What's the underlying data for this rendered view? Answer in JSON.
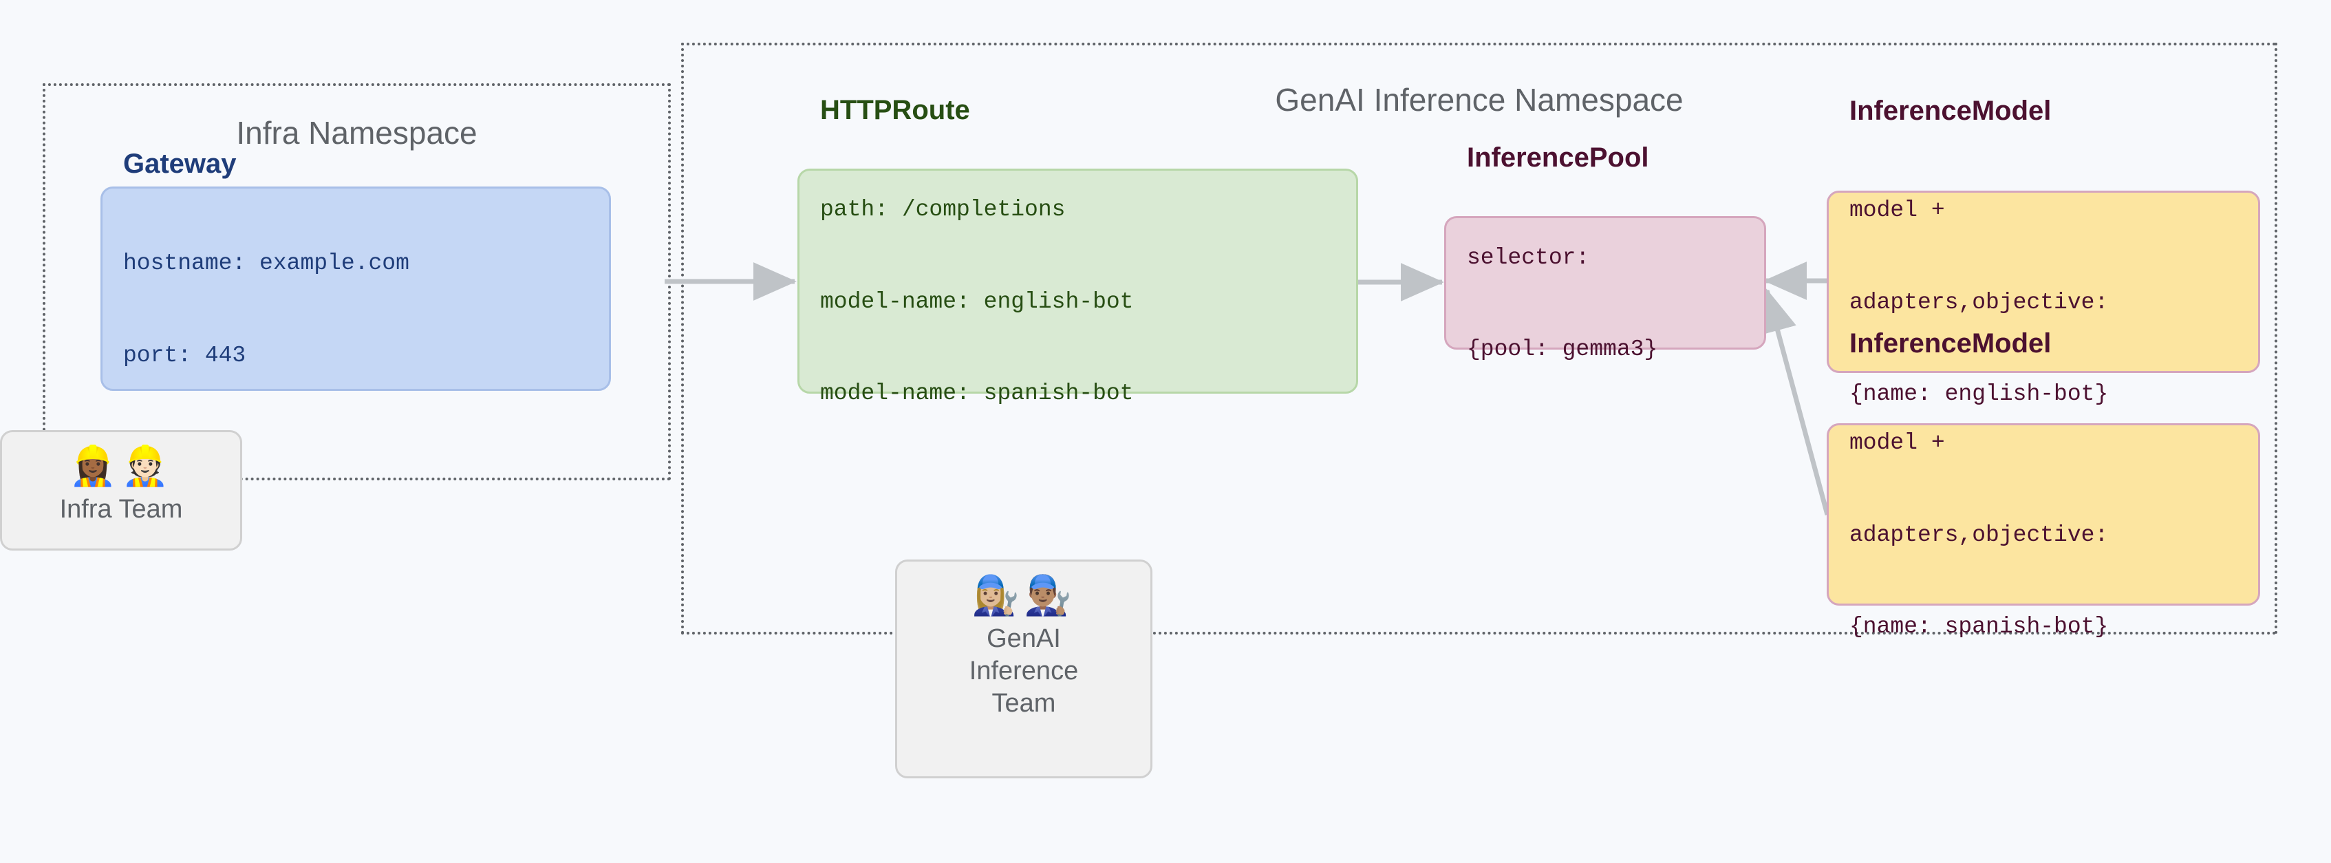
{
  "diagram": {
    "background_color": "#f7f9fc",
    "namespaces": [
      {
        "id": "infra",
        "title": "Infra Namespace",
        "border_color": "#5f6368"
      },
      {
        "id": "genai",
        "title": "GenAI Inference Namespace",
        "border_color": "#5f6368"
      }
    ],
    "nodes": [
      {
        "id": "gateway",
        "title": "Gateway",
        "lines": [
          "hostname: example.com",
          "port: 443"
        ],
        "fill": "#c5d7f5",
        "border": "#a8bfe8",
        "text_color": "#1f3d7a"
      },
      {
        "id": "httproute",
        "title": "HTTPRoute",
        "lines": [
          "path: /completions",
          "model-name: english-bot",
          "model-name: spanish-bot"
        ],
        "fill": "#d9ead3",
        "border": "#b7d7a8",
        "text_color": "#274e13"
      },
      {
        "id": "inferencepool",
        "title": "InferencePool",
        "lines": [
          "selector:",
          "{pool: gemma3}"
        ],
        "fill": "#ead1dc",
        "border": "#d5a6bd",
        "text_color": "#4c1130"
      },
      {
        "id": "inferencemodel-english",
        "title": "InferenceModel",
        "lines": [
          "model +",
          "adapters,objective:",
          "{name: english-bot}"
        ],
        "fill": "#fce5a0",
        "border": "#d5a6bd",
        "text_color": "#4c1130"
      },
      {
        "id": "inferencemodel-spanish",
        "title": "InferenceModel",
        "lines": [
          "model +",
          "adapters,objective:",
          "{name: spanish-bot}"
        ],
        "fill": "#fce5a0",
        "border": "#d5a6bd",
        "text_color": "#4c1130"
      }
    ],
    "teams": [
      {
        "id": "infra-team",
        "emoji": "👷🏾‍♀️👷🏻",
        "label": "Infra Team",
        "icon_names": [
          "construction-worker-woman-icon",
          "construction-worker-man-icon"
        ]
      },
      {
        "id": "genai-inference-team",
        "emoji": "👩🏼‍🔧👨🏽‍🔧",
        "label": "GenAI\nInference\nTeam",
        "label_lines": [
          "GenAI",
          "Inference",
          "Team"
        ],
        "icon_names": [
          "mechanic-woman-icon",
          "mechanic-man-icon"
        ]
      }
    ],
    "connectors": [
      {
        "id": "gateway-to-httproute",
        "from": "gateway",
        "to": "httproute",
        "direction": "right",
        "color": "#bfc3c7"
      },
      {
        "id": "httproute-to-inferencepool",
        "from": "httproute",
        "to": "inferencepool",
        "direction": "right",
        "color": "#bfc3c7"
      },
      {
        "id": "english-model-to-inferencepool",
        "from": "inferencemodel-english",
        "to": "inferencepool",
        "direction": "left",
        "color": "#bfc3c7"
      },
      {
        "id": "spanish-model-to-inferencepool",
        "from": "inferencemodel-spanish",
        "to": "inferencepool",
        "direction": "diagonal-up-left",
        "color": "#bfc3c7"
      }
    ]
  }
}
